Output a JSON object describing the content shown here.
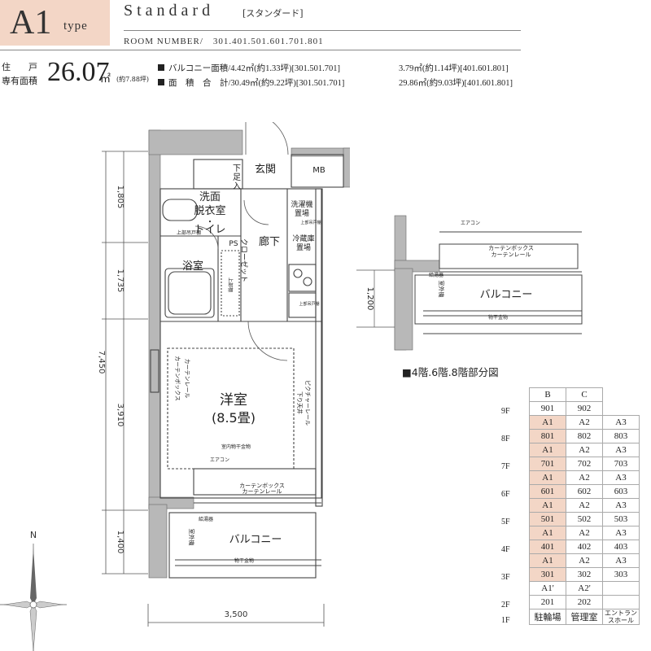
{
  "header": {
    "type_code": "A1",
    "type_suffix": "type",
    "plan_name": "Standard",
    "plan_name_kana": "[スタンダード]",
    "room_number_line": "ROOM NUMBER/　301.401.501.601.701.801"
  },
  "area": {
    "label_line1": "住　　戸",
    "label_line2": "専有面積",
    "value": "26.07",
    "unit": "㎡",
    "tsubo": "(約7.88坪)"
  },
  "specs": [
    {
      "label": "バルコニー面積/4.42㎡(約1.33坪)[301.501.701]",
      "alt": "3.79㎡(約1.14坪)[401.601.801]"
    },
    {
      "label": "面　積　合　計/30.49㎡(約9.22坪)[301.501.701]",
      "alt": "29.86㎡(約9.03坪)[401.601.801]"
    }
  ],
  "plan": {
    "dims": {
      "d1": "1,805",
      "d2": "1,735",
      "d3": "3,910",
      "d4": "1,400",
      "total": "7,450",
      "width": "3,500"
    },
    "rooms": {
      "entrance": "玄関",
      "mb": "MB",
      "shoe_a": "下",
      "shoe_b": "足",
      "shoe_c": "入",
      "wash1": "洗面",
      "wash2": "脱衣室",
      "wash3": "・",
      "wash4": "トイレ",
      "upper_shelf": "上部吊戸棚",
      "ps": "PS",
      "corridor": "廊下",
      "bath": "浴室",
      "closet": "クローゼット",
      "closet_shelf": "上部棚",
      "washer_a": "洗濯機",
      "washer_b": "置場",
      "washer_c": "上部吊戸棚",
      "fridge_a": "冷蔵庫",
      "fridge_b": "置場",
      "kitchen_shelf": "上部吊戸棚",
      "western": "洋室",
      "western_size": "(8.5畳)",
      "picture_rail": "ピクチャーレール",
      "hanging": "下り天井",
      "curtain_box": "カーテンボックス",
      "curtain_rail": "カーテンレール",
      "indoor_dry": "室内物干金物",
      "aircon": "エアコン",
      "water_heater": "給湯器",
      "outdoor_unit": "室外機",
      "balcony": "バルコニー",
      "dry_hardware": "物干金物",
      "north": "N"
    }
  },
  "partial": {
    "title": "■4階.6階.8階部分図",
    "dim": "1,200",
    "aircon": "エアコン",
    "curtain_box": "カーテンボックス",
    "curtain_rail": "カーテンレール",
    "water_heater": "給湯器",
    "outdoor_unit": "室外機",
    "balcony": "バルコニー",
    "dry_hardware": "物干金物"
  },
  "floor_table": {
    "headers": [
      "B",
      "C"
    ],
    "rows": [
      {
        "floor": "9F",
        "cells": [
          "901",
          "902"
        ],
        "hl": [
          false,
          false
        ]
      },
      {
        "floor": "",
        "cells": [
          "A1",
          "A2",
          "A3"
        ],
        "hl": [
          true,
          false,
          false
        ]
      },
      {
        "floor": "8F",
        "cells": [
          "801",
          "802",
          "803"
        ],
        "hl": [
          true,
          false,
          false
        ]
      },
      {
        "floor": "",
        "cells": [
          "A1",
          "A2",
          "A3"
        ],
        "hl": [
          true,
          false,
          false
        ]
      },
      {
        "floor": "7F",
        "cells": [
          "701",
          "702",
          "703"
        ],
        "hl": [
          true,
          false,
          false
        ]
      },
      {
        "floor": "",
        "cells": [
          "A1",
          "A2",
          "A3"
        ],
        "hl": [
          true,
          false,
          false
        ]
      },
      {
        "floor": "6F",
        "cells": [
          "601",
          "602",
          "603"
        ],
        "hl": [
          true,
          false,
          false
        ]
      },
      {
        "floor": "",
        "cells": [
          "A1",
          "A2",
          "A3"
        ],
        "hl": [
          true,
          false,
          false
        ]
      },
      {
        "floor": "5F",
        "cells": [
          "501",
          "502",
          "503"
        ],
        "hl": [
          true,
          false,
          false
        ]
      },
      {
        "floor": "",
        "cells": [
          "A1",
          "A2",
          "A3"
        ],
        "hl": [
          true,
          false,
          false
        ]
      },
      {
        "floor": "4F",
        "cells": [
          "401",
          "402",
          "403"
        ],
        "hl": [
          true,
          false,
          false
        ]
      },
      {
        "floor": "",
        "cells": [
          "A1",
          "A2",
          "A3"
        ],
        "hl": [
          true,
          false,
          false
        ]
      },
      {
        "floor": "3F",
        "cells": [
          "301",
          "302",
          "303"
        ],
        "hl": [
          true,
          false,
          false
        ]
      },
      {
        "floor": "",
        "cells": [
          "A1'",
          "A2'",
          ""
        ],
        "hl": [
          false,
          false,
          false
        ]
      },
      {
        "floor": "2F",
        "cells": [
          "201",
          "202",
          ""
        ],
        "hl": [
          false,
          false,
          false
        ]
      },
      {
        "floor": "1F",
        "cells": [
          "駐輪場",
          "管理室",
          "エントランスホール"
        ],
        "hl": [
          false,
          false,
          false
        ]
      }
    ]
  }
}
